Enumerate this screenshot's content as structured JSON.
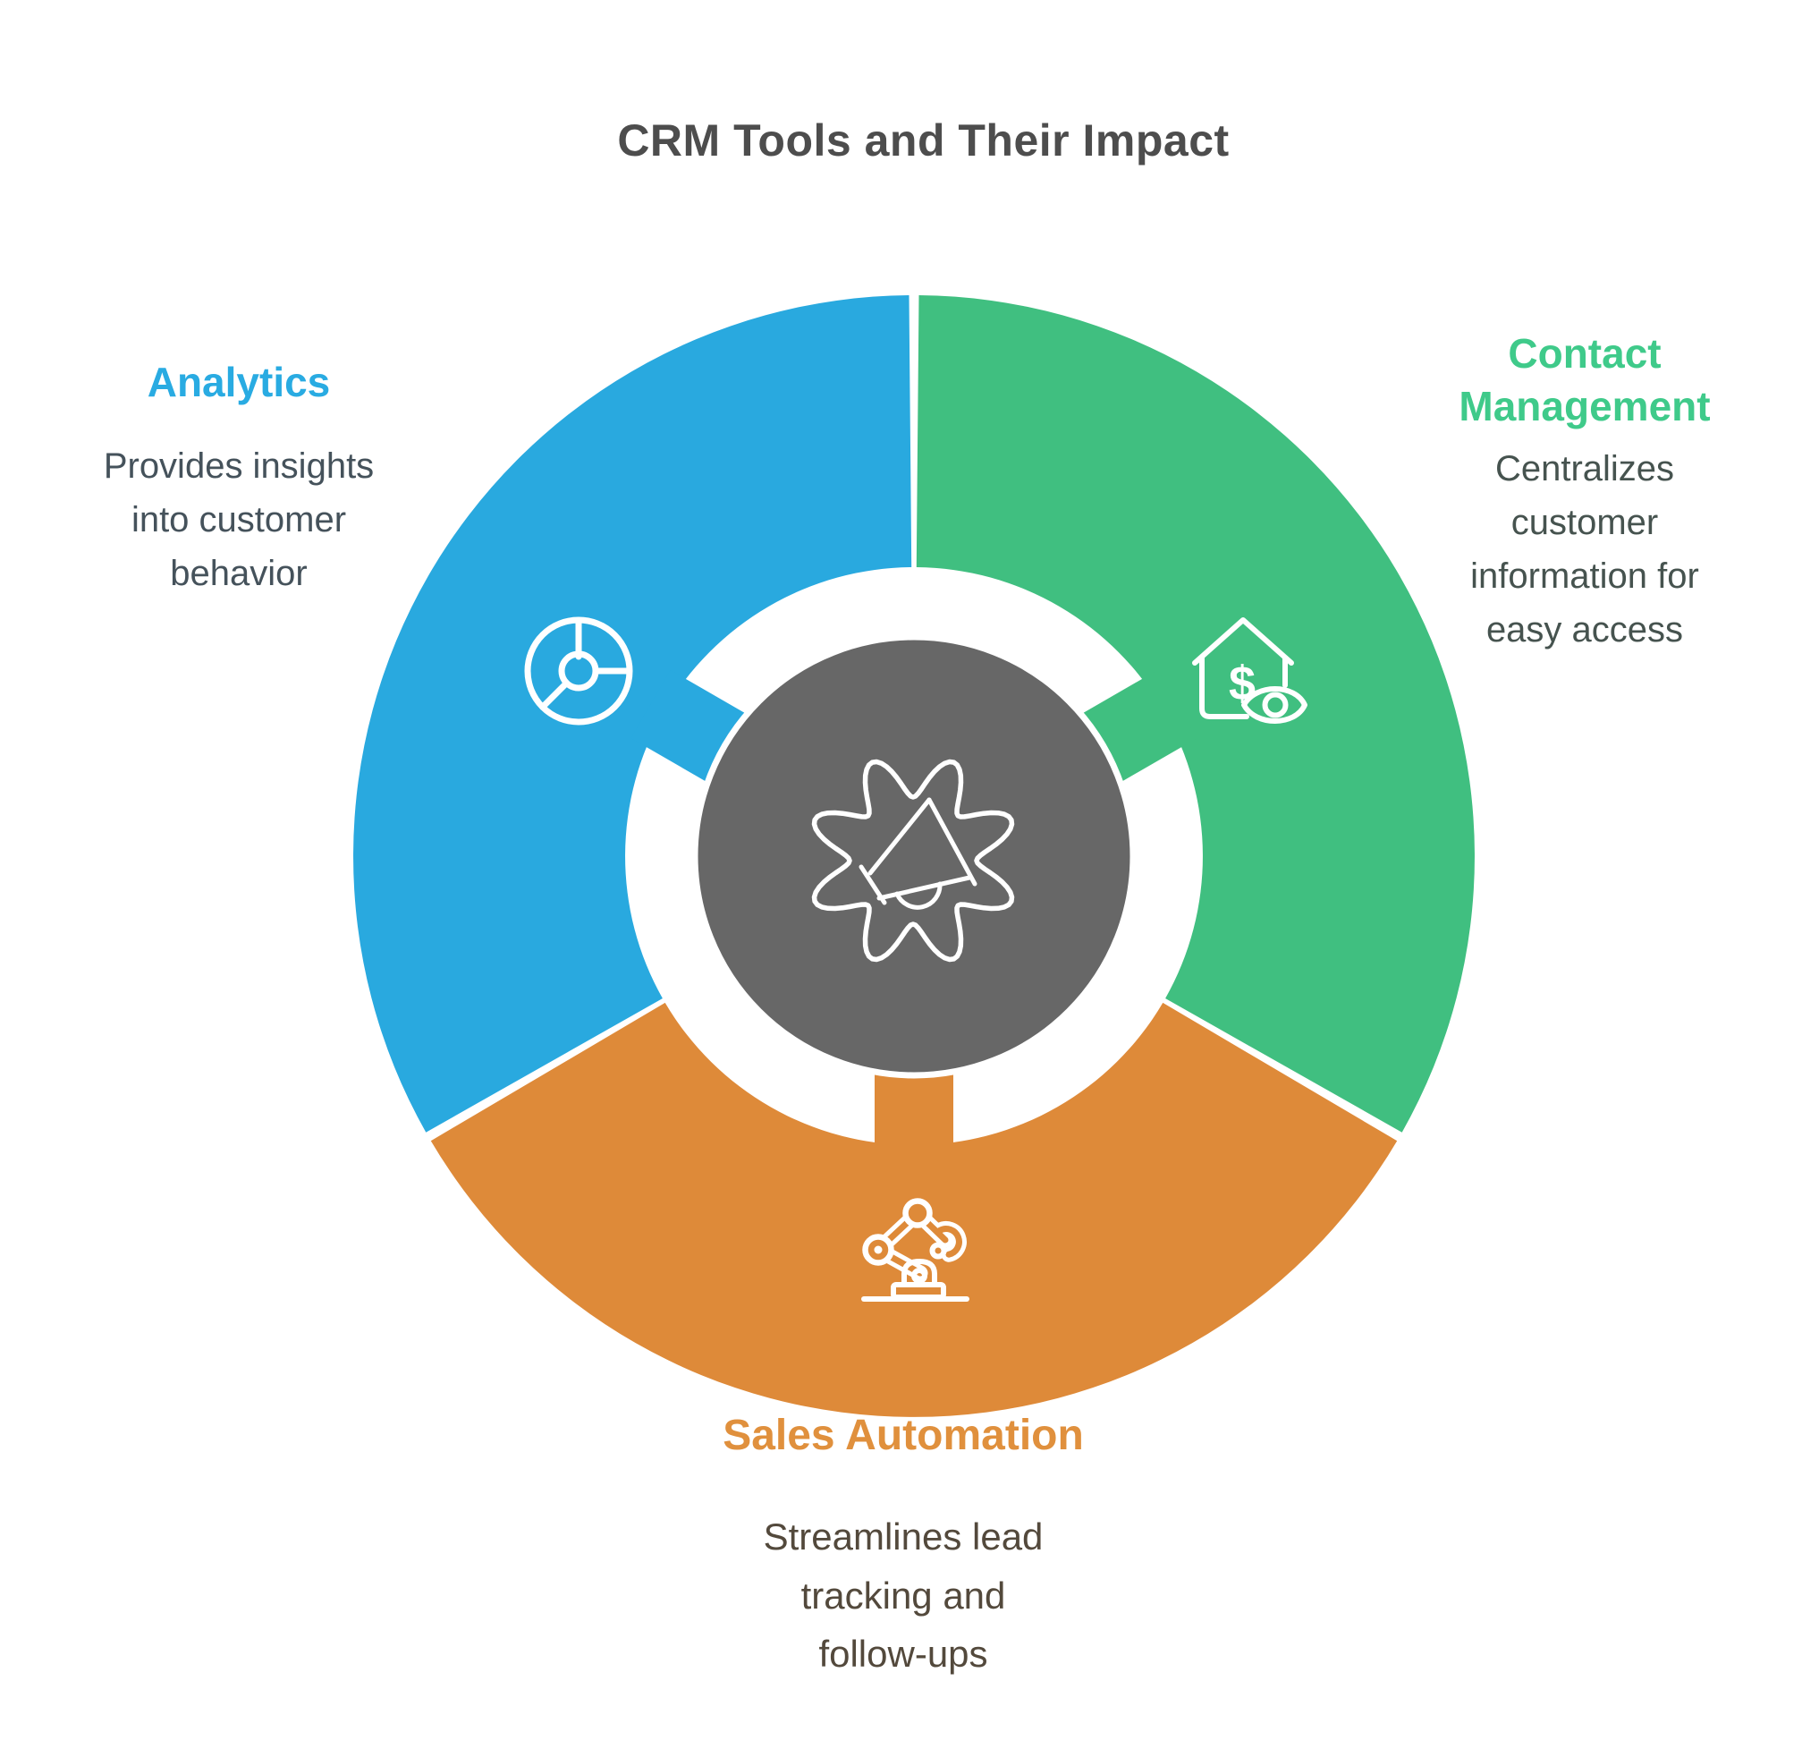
{
  "title": "CRM Tools and Their Impact",
  "title_color": "#4d4d4d",
  "diagram": {
    "type": "circular-process",
    "center_icon": "gear-megaphone",
    "hub_color": "#676767",
    "segment_count": 3
  },
  "segments": {
    "analytics": {
      "label": "Analytics",
      "description": "Provides insights\ninto customer\nbehavior",
      "color": "#29a9df",
      "label_color": "#29abe2",
      "description_color": "#45525b",
      "icon": "pie-chart"
    },
    "contact_management": {
      "label": "Contact\nManagement",
      "description": "Centralizes\ncustomer\ninformation for\neasy access",
      "color": "#40bf80",
      "label_color": "#3fca8a",
      "description_color": "#46534f",
      "icon": "house-dollar-eye",
      "icon_glyph": "$"
    },
    "sales_automation": {
      "label": "Sales Automation",
      "description": "Streamlines lead\ntracking and\nfollow-ups",
      "color": "#de8a39",
      "label_color": "#e0903d",
      "description_color": "#53493c",
      "icon": "robot-arm"
    }
  }
}
